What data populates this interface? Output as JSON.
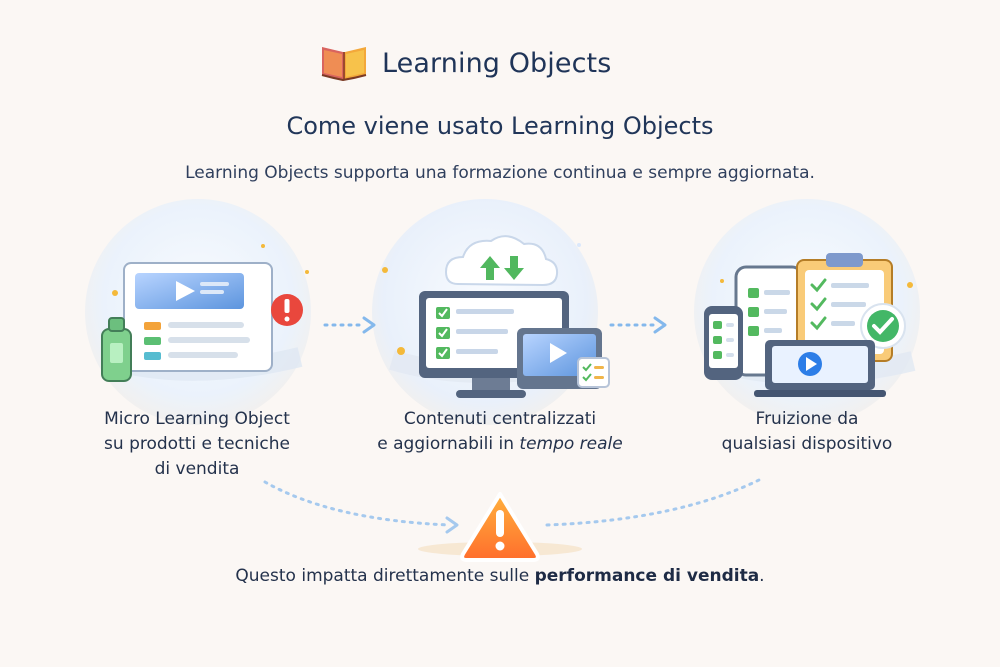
{
  "brand": {
    "name": "Learning Objects",
    "logo_icon": "open-book-icon"
  },
  "header": {
    "title": "Come viene usato Learning Objects",
    "subtitle": "Learning Objects supporta una formazione continua e sempre aggiornata."
  },
  "steps": [
    {
      "icon": "video-document-icon",
      "label_line1": "Micro Learning Object",
      "label_line2": "su prodotti e tecniche",
      "label_line3": "di vendita"
    },
    {
      "icon": "cloud-sync-monitor-icon",
      "label_line1": "Contenuti centralizzati",
      "label_line2_prefix": "e aggiornabili in ",
      "label_line2_emphasis": "tempo reale"
    },
    {
      "icon": "multi-device-checklist-icon",
      "label_line1": "Fruizione da",
      "label_line2": "qualsiasi dispositivo"
    }
  ],
  "footer": {
    "text_prefix": "Questo impatta direttamente sulle ",
    "text_emphasis": "performance di vendita",
    "text_suffix": "."
  },
  "colors": {
    "background": "#fbf7f4",
    "navy": "#1f3458",
    "blue": "#4b86d6",
    "green": "#45a85a",
    "orange": "#f2a72b",
    "red": "#e84c3d"
  }
}
